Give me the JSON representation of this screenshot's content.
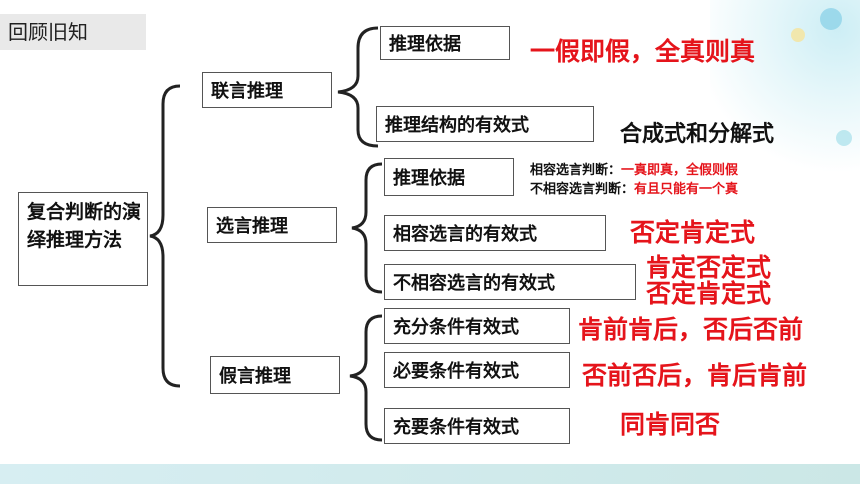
{
  "header_tag": "回顾旧知",
  "root_label": "复合判断的演绎推理方法",
  "groups": [
    {
      "name": "联言推理",
      "items": [
        {
          "label": "推理依据",
          "answer": "一假即假，全真则真"
        },
        {
          "label": "推理结构的有效式",
          "answer": "合成式和分解式"
        }
      ]
    },
    {
      "name": "选言推理",
      "items": [
        {
          "label": "推理依据",
          "note": {
            "line1_prefix": "相容选言判断：",
            "line1_value": "一真即真，全假则假",
            "line2_prefix": "不相容选言判断：",
            "line2_value": "有且只能有一个真"
          }
        },
        {
          "label": "相容选言的有效式",
          "answer": "否定肯定式"
        },
        {
          "label": "不相容选言的有效式",
          "answer1": "肯定否定式",
          "answer2": "否定肯定式"
        }
      ]
    },
    {
      "name": "假言推理",
      "items": [
        {
          "label": "充分条件有效式",
          "answer": "肯前肯后，否后否前"
        },
        {
          "label": "必要条件有效式",
          "answer": "否前否后，肯后肯前"
        },
        {
          "label": "充要条件有效式",
          "answer": "同肯同否"
        }
      ]
    }
  ],
  "colors": {
    "answer_red": "#e5141b",
    "box_border": "#555555",
    "tag_bg": "#e9e9e9"
  }
}
